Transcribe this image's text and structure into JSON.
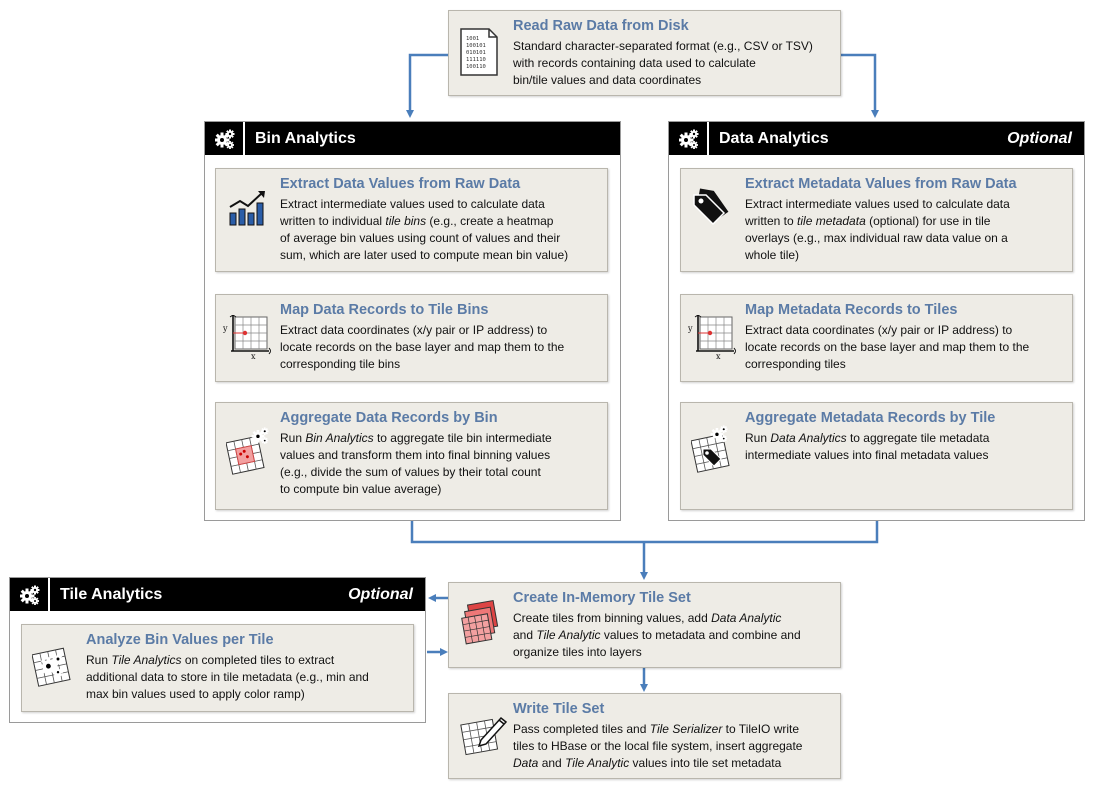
{
  "colors": {
    "arrow": "#4a7ebb",
    "title": "#5b7ba6",
    "box": "#eeece6",
    "header": "#000000"
  },
  "read_raw": {
    "title": "Read Raw Data from Disk",
    "desc": "Standard character-separated format (e.g., CSV or TSV)\nwith records containing data used to calculate\nbin/tile  values  and data coordinates",
    "icon": "binary-file-icon",
    "file_lines": [
      "1001",
      "100101",
      "010101",
      "111110",
      "100110"
    ]
  },
  "bin_analytics": {
    "title": "Bin Analytics",
    "icon": "gears-icon",
    "steps": [
      {
        "title": "Extract Data Values from Raw Data",
        "icon": "bar-chart-icon",
        "desc_parts": [
          "Extract intermediate  values used to calculate data\nwritten to individual  ",
          "tile bins",
          " (e.g., create a heatmap\nof average bin values using count of values  and their\nsum, which are later used to compute mean bin value)"
        ]
      },
      {
        "title": "Map Data Records to Tile Bins",
        "icon": "xy-grid-icon",
        "desc": "Extract data coordinates  (x/y pair or IP address) to\nlocate records on the base layer and map them to the\ncorresponding  tile bins"
      },
      {
        "title": "Aggregate Data Records by Bin",
        "icon": "grid-gears-icon",
        "desc_parts": [
          "Run ",
          "Bin Analytics",
          " to aggregate tile bin intermediate\nvalues and transform them into final binning values\n(e.g., divide  the sum of values by their total count\n to compute  bin value average)"
        ]
      }
    ]
  },
  "data_analytics": {
    "title": "Data Analytics",
    "optional": "Optional",
    "icon": "gears-icon",
    "steps": [
      {
        "title": "Extract Metadata Values from Raw Data",
        "icon": "tags-icon",
        "desc_parts": [
          "Extract intermediate  values used to calculate data\nwritten to ",
          "tile metadata",
          " (optional)  for use in tile\noverlays (e.g., max individual  raw data value on a\nwhole tile)"
        ]
      },
      {
        "title": "Map Metadata Records to Tiles",
        "icon": "xy-grid-icon",
        "desc": "Extract data coordinates  (x/y pair or IP address) to\nlocate records on the base layer and map them to the\ncorresponding  tiles"
      },
      {
        "title": "Aggregate Metadata Records by Tile",
        "icon": "tag-gears-icon",
        "desc_parts": [
          "Run ",
          "Data Analytics",
          " to aggregate tile metadata\nintermediate  values into final metadata values"
        ]
      }
    ]
  },
  "tile_analytics": {
    "title": "Tile Analytics",
    "optional": "Optional",
    "icon": "gears-icon",
    "step": {
      "title": "Analyze Bin Values per Tile",
      "icon": "grid-gears-icon",
      "desc_parts": [
        "Run ",
        "Tile Analytics",
        " on completed  tiles to extract\nadditional data to store in tile metadata (e.g., min and\nmax bin values used to apply color ramp)"
      ]
    }
  },
  "create_tileset": {
    "title": "Create In-Memory Tile Set",
    "icon": "tile-stack-icon",
    "desc_parts": [
      "Create tiles from binning values, add ",
      "Data Analytic",
      "\nand ",
      "Tile Analytic",
      " values to metadata and combine  and\norganize tiles into layers"
    ]
  },
  "write_tileset": {
    "title": "Write Tile Set",
    "icon": "grid-pencil-icon",
    "desc_parts": [
      "Pass completed  tiles and ",
      "Tile Serializer",
      " to TileIO write\ntiles to HBase or the local file system, insert aggregate\n",
      "Data",
      " and ",
      "Tile Analytic",
      " values into tile set metadata"
    ]
  },
  "axis_letters": {
    "y": "y",
    "x": "x"
  }
}
